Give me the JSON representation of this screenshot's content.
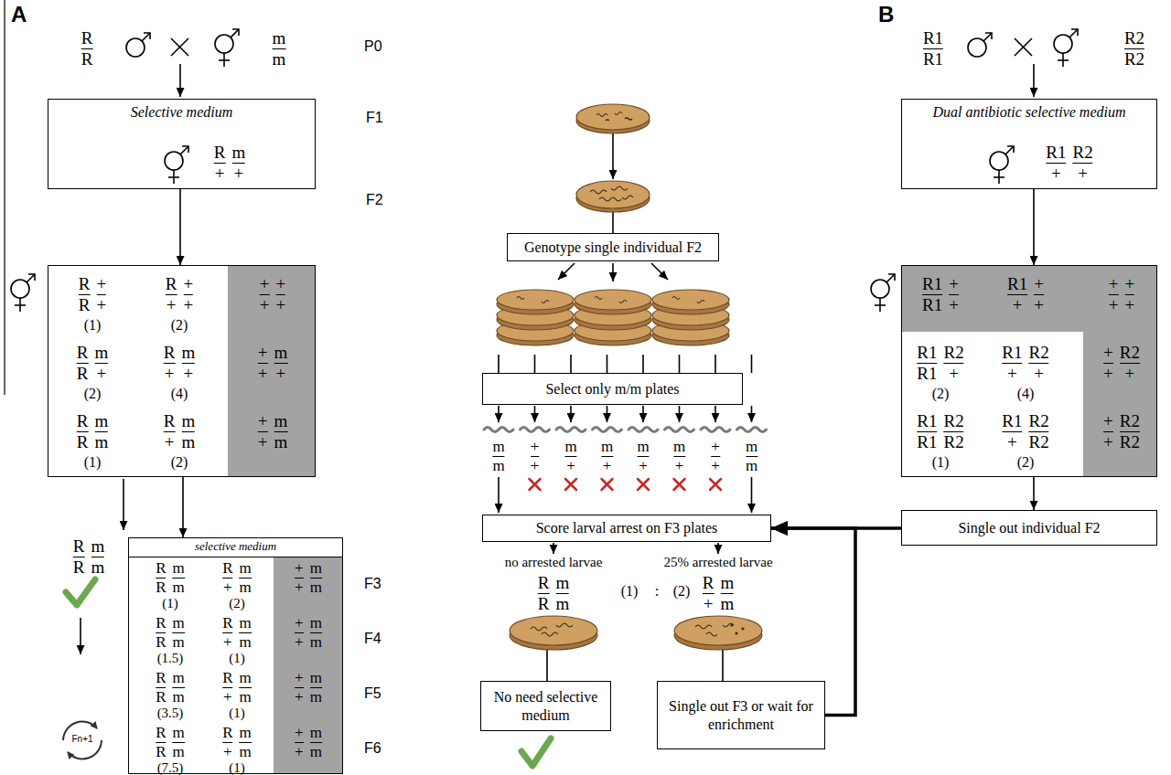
{
  "diagram": {
    "nodes": [
      {
        "text": [
          "Selective medium",
          "R",
          "m",
          "+",
          "+"
        ]
      },
      {
        "text": [
          "R",
          "+",
          "R",
          "+",
          "(1)",
          "R",
          "+",
          "+",
          "+",
          "(2)",
          "+",
          "+",
          "+",
          "+",
          "R",
          "m",
          "R",
          "+",
          "(2)",
          "R",
          "m",
          "+",
          "+",
          "(4)",
          "+",
          "m",
          "+",
          "+",
          "R",
          "m",
          "R",
          "m",
          "(1)",
          "R",
          "m",
          "+",
          "m",
          "(2)",
          "+",
          "m",
          "+",
          "m"
        ]
      },
      {
        "text": [
          "selective medium",
          "R",
          "m",
          "R",
          "m",
          "(1)",
          "R",
          "m",
          "+",
          "m",
          "(2)",
          "+",
          "m",
          "+",
          "m",
          "R",
          "m",
          "R",
          "m",
          "(1.5)",
          "R",
          "m",
          "+",
          "m",
          "(1)",
          "+",
          "m",
          "+",
          "m",
          "R",
          "m",
          "R",
          "m",
          "(3.5)",
          "R",
          "m",
          "+",
          "m",
          "(1)",
          "+",
          "m",
          "+",
          "m",
          "R",
          "m",
          "R",
          "m",
          "(7.5)",
          "R",
          "m",
          "+",
          "m",
          "(1)",
          "+",
          "m",
          "+",
          "m"
        ]
      },
      {
        "text": [
          "Genotype single individual F2"
        ]
      },
      {
        "text": [
          "Select only m/m plates"
        ]
      },
      {
        "text": [
          "Score larval arrest on F3 plates"
        ]
      },
      {
        "text": [
          "No need selective medium"
        ]
      },
      {
        "text": [
          "Single out F3 or wait for enrichment"
        ]
      },
      {
        "text": [
          "Dual antibiotic selective medium",
          "R1",
          "R2",
          "+",
          "+"
        ]
      },
      {
        "text": [
          "R1",
          "+",
          "R1",
          "+",
          "R1",
          "+",
          "+",
          "+",
          "+",
          "+",
          "+",
          "+",
          "R1",
          "R2",
          "R1",
          "+",
          "(2)",
          "R1",
          "R2",
          "+",
          "+",
          "(4)",
          "+",
          "R2",
          "+",
          "+",
          "R1",
          "R2",
          "R1",
          "R2",
          "(1)",
          "R1",
          "R2",
          "+",
          "R2",
          "(2)",
          "+",
          "R2",
          "+",
          "R2"
        ]
      },
      {
        "text": [
          "Single out individual F2"
        ]
      }
    ],
    "edges": [
      {
        "from": 0,
        "to": 1,
        "arrow": "to"
      },
      {
        "from": 1,
        "to": 2,
        "arrow": "to"
      },
      {
        "from": 8,
        "to": 9,
        "arrow": "to"
      },
      {
        "from": 9,
        "to": 10,
        "arrow": "to"
      },
      {
        "from": 10,
        "to": 5,
        "arrow": "to"
      },
      {
        "from": 7,
        "to": 5,
        "arrow": "to"
      }
    ],
    "labels": [
      "A",
      "R",
      "R",
      "m",
      "m",
      "P0",
      "F1",
      "F2",
      "R",
      "m",
      "R",
      "m",
      "F3",
      "F4",
      "F5",
      "F6",
      "Fn+1",
      "m",
      "m",
      "+",
      "+",
      "m",
      "+",
      "m",
      "+",
      "m",
      "+",
      "m",
      "+",
      "+",
      "+",
      "m",
      "m",
      "no arrested larvae",
      "25% arrested larvae",
      "R",
      "m",
      "R",
      "m",
      "(1)",
      ":",
      "(2)",
      "R",
      "m",
      "+",
      "m",
      "B",
      "R1",
      "R1",
      "R2",
      "R2"
    ]
  }
}
